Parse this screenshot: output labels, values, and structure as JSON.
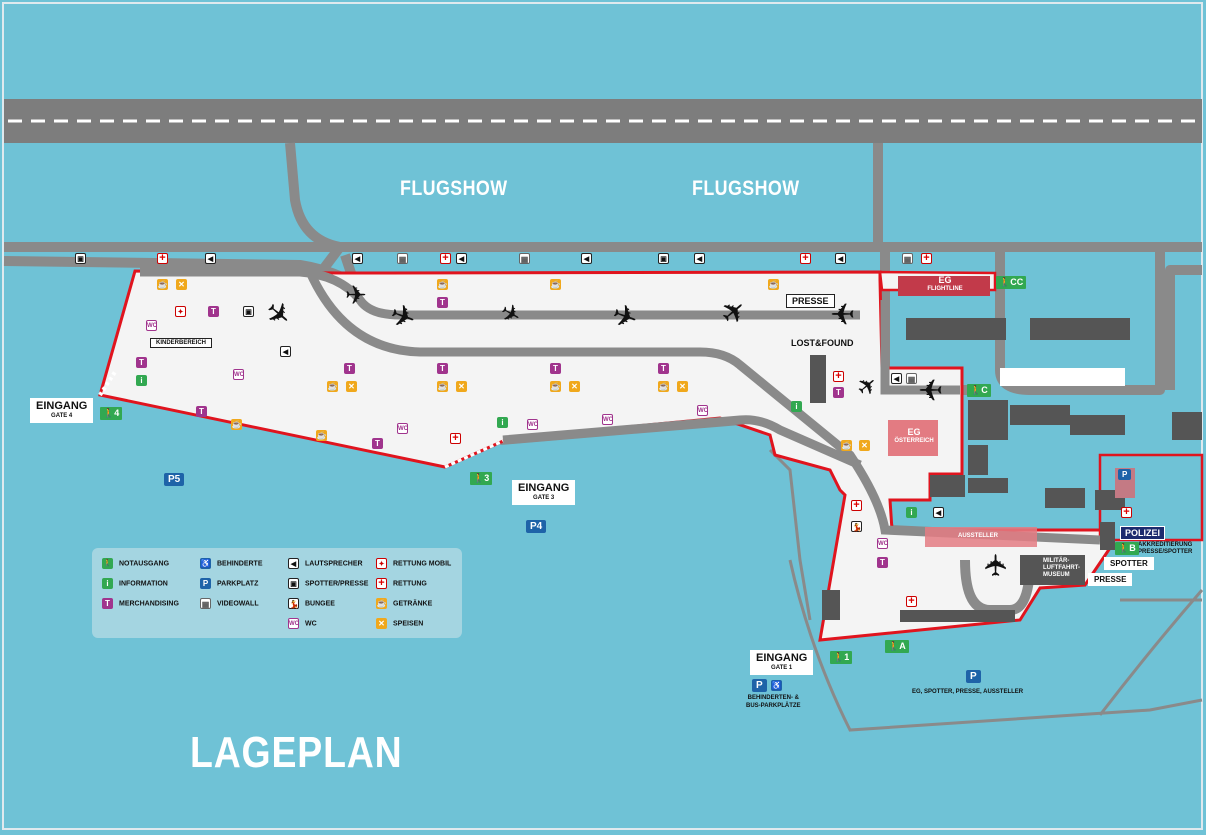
{
  "map": {
    "title": "LAGEPLAN",
    "flugshow_left": "FLUGSHOW",
    "flugshow_right": "FLUGSHOW",
    "presse_top": "PRESSE",
    "lost_found": "LOST&FOUND",
    "kinderbereich": "KINDERBEREICH",
    "eg_flightline": {
      "line1": "EG",
      "line2": "FLIGHTLINE"
    },
    "eg_oesterreich": {
      "line1": "EG",
      "line2": "ÖSTERREICH"
    },
    "aussteller": "AUSSTELLER",
    "museum": {
      "line1": "MILITÄR-",
      "line2": "LUFTFAHRT-",
      "line3": "MUSEUM"
    },
    "polizei": "POLIZEI",
    "akkreditierung": {
      "line1": "AKKREDITIERUNG",
      "line2": "PRESSE/SPOTTER"
    },
    "spotter": "SPOTTER",
    "presse_bottom": "PRESSE",
    "eingang_4": {
      "title": "EINGANG",
      "gate": "GATE 4"
    },
    "eingang_3": {
      "title": "EINGANG",
      "gate": "GATE 3"
    },
    "eingang_1": {
      "title": "EINGANG",
      "gate": "GATE 1"
    },
    "gate_badges": {
      "g4": "4",
      "g3": "3",
      "g1": "1",
      "ga": "A",
      "gb": "B",
      "gc": "C",
      "gcc": "CC"
    },
    "parking": {
      "p5": "P5",
      "p4": "P4",
      "p_bus": "P",
      "p_east": "P",
      "p_north": "P"
    },
    "behinderten_parkplatz": {
      "line1": "BEHINDERTEN- &",
      "line2": "BUS-PARKPLÄTZE"
    },
    "east_parking_label": "EG, SPOTTER, PRESSE, AUSSTELLER"
  },
  "legend": {
    "notausgang": "NOTAUSGANG",
    "information": "INFORMATION",
    "merchandising": "MERCHANDISING",
    "behinderte": "BEHINDERTE",
    "parkplatz": "PARKPLATZ",
    "videowall": "VIDEOWALL",
    "lautsprecher": "LAUTSPRECHER",
    "spotter_presse": "SPOTTER/PRESSE",
    "bungee": "BUNGEE",
    "wc": "WC",
    "rettung_mobil": "RETTUNG MOBIL",
    "rettung": "RETTUNG",
    "getraenke": "GETRÄNKE",
    "speisen": "SPEISEN"
  },
  "icons": {
    "exit": "exit-icon",
    "info": "info-icon",
    "merch": "tshirt-icon",
    "wheel": "wheelchair-icon",
    "park": "parking-icon",
    "video": "videowall-icon",
    "speaker": "speaker-icon",
    "camera": "camera-icon",
    "bungee": "bungee-icon",
    "wc": "wc-icon",
    "ambulance": "ambulance-icon",
    "rettung": "red-cross-icon",
    "drink": "drink-icon",
    "food": "food-icon",
    "plane": "aircraft-icon"
  },
  "colors": {
    "water": "#6fc2d6",
    "runway": "#7d7d7d",
    "taxiway": "#8a8a8a",
    "area": "#f4f4f4",
    "border": "#e0141e",
    "building": "#555555",
    "eg": "#c23a4a",
    "exit": "#32a851",
    "park": "#1e63a8"
  }
}
